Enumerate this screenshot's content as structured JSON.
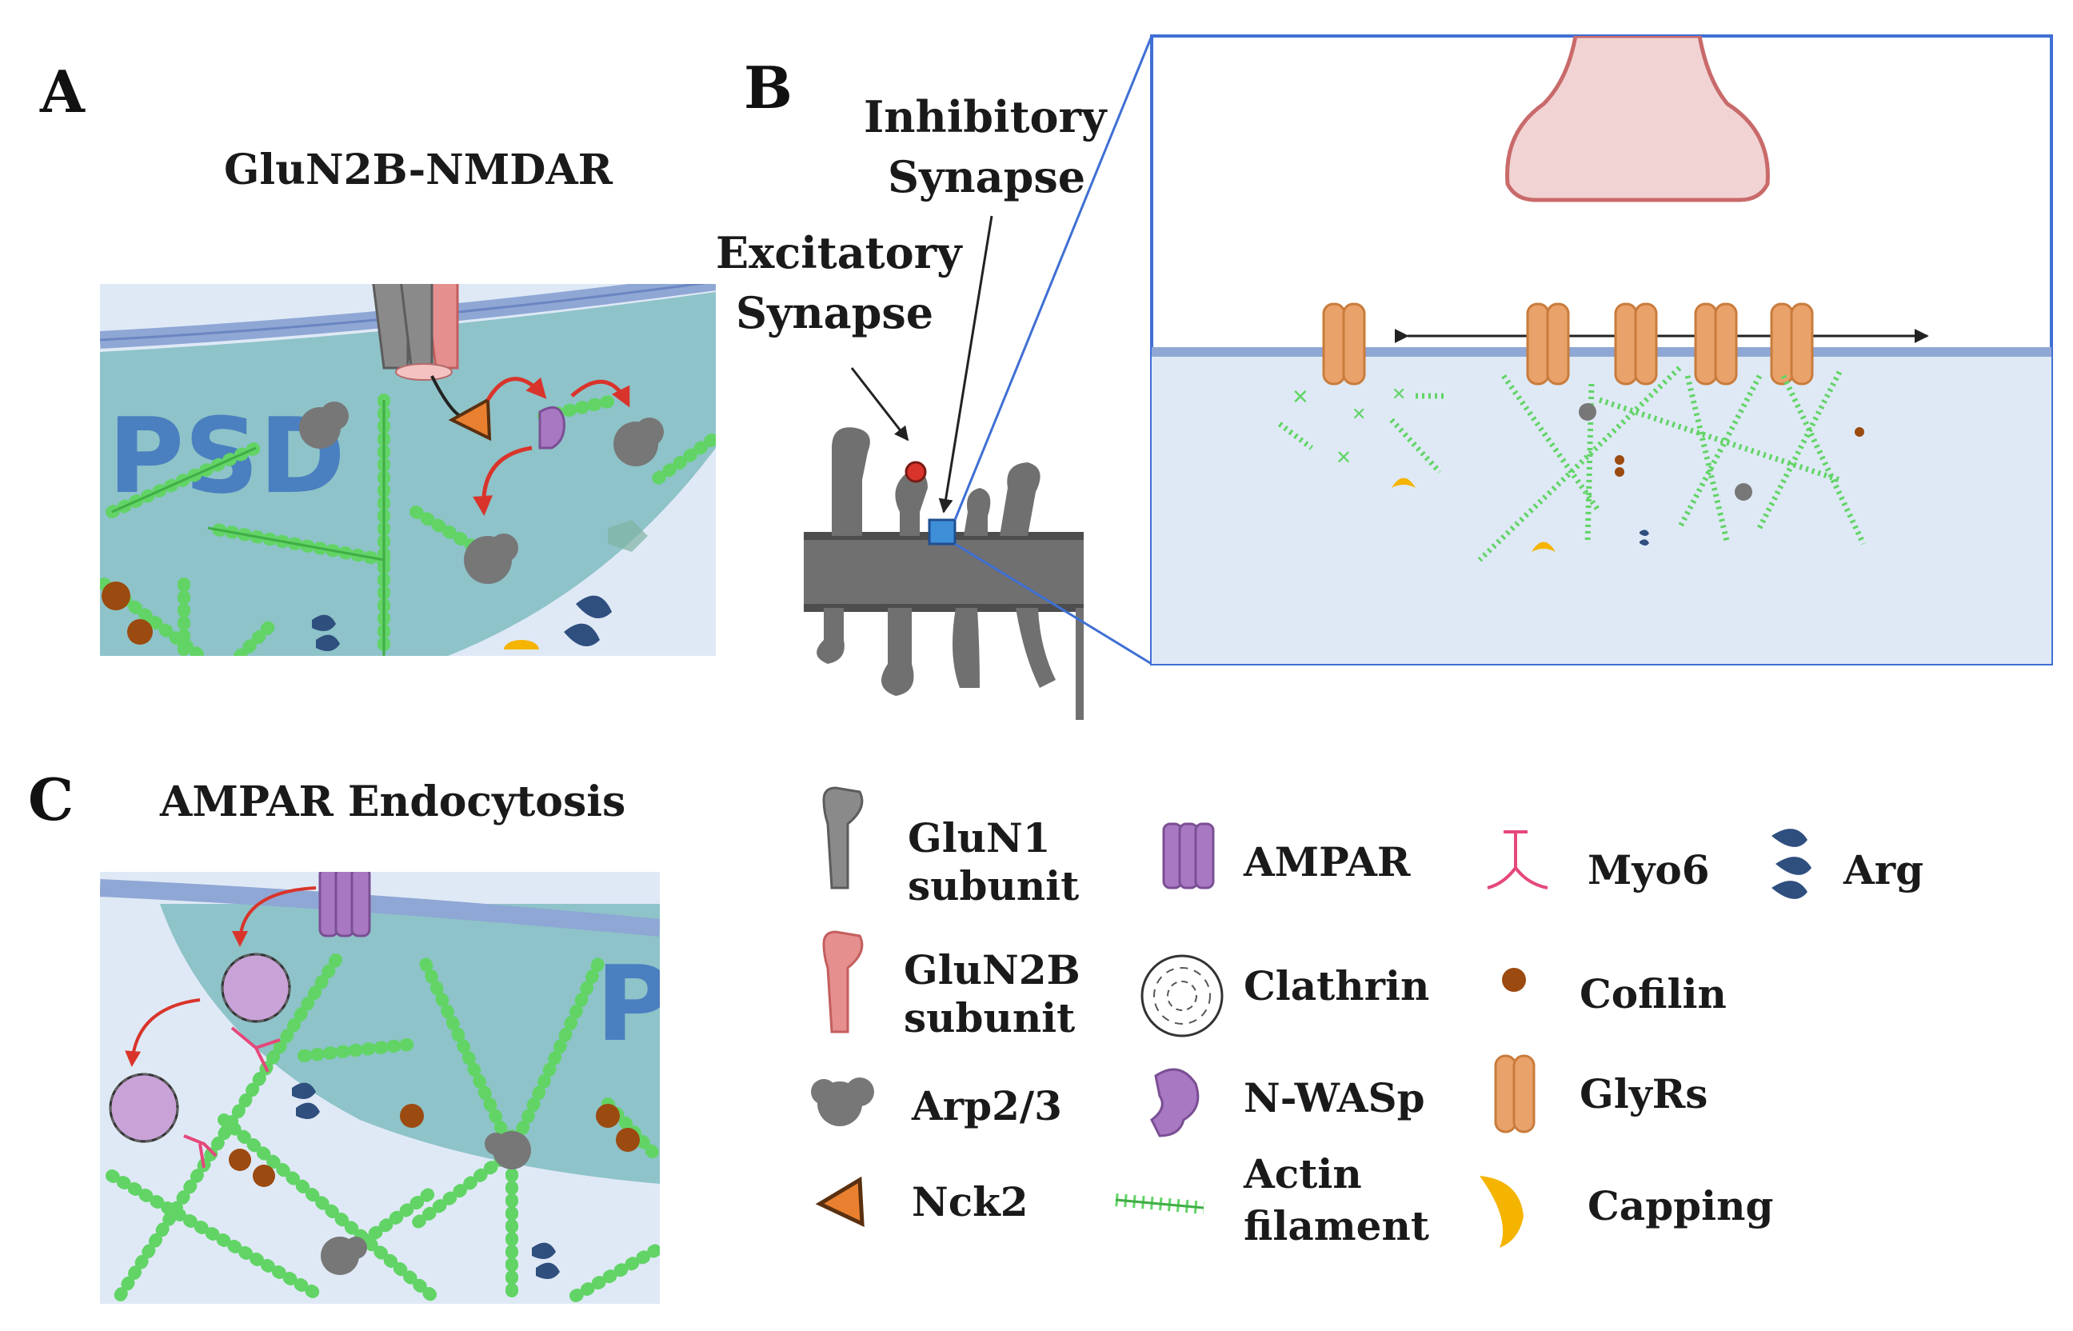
{
  "panels": {
    "a": {
      "letter": "A",
      "title": "GluN2B-NMDAR",
      "psd_label": "PSD"
    },
    "b": {
      "letter": "B",
      "inhibitory_line1": "Inhibitory",
      "inhibitory_line2": "Synapse",
      "excitatory_line1": "Excitatory",
      "excitatory_line2": "Synapse"
    },
    "c": {
      "letter": "C",
      "title": "AMPAR Endocytosis",
      "psd_label": "PS"
    }
  },
  "legend": {
    "glun1_line1": "GluN1",
    "glun1_line2": "subunit",
    "glun2b_line1": "GluN2B",
    "glun2b_line2": "subunit",
    "arp23": "Arp2/3",
    "nck2": "Nck2",
    "ampar": "AMPAR",
    "clathrin": "Clathrin",
    "nwasp": "N-WASp",
    "actin_line1": "Actin",
    "actin_line2": "filament",
    "myo6": "Myo6",
    "cofilin": "Cofilin",
    "glyrs": "GlyRs",
    "capping": "Capping",
    "arg": "Arg"
  },
  "colors": {
    "membrane": "#8fa7d4",
    "psd": "#8ec3c9",
    "cytoplasm": "#dfe9f6",
    "actin": "#62d466",
    "arp": "#777777",
    "glun1": "#8a8a8a",
    "glun2b": "#e58f8f",
    "ampar": "#a978c2",
    "glyr": "#e9a26a",
    "cofilin": "#9b4a10",
    "capping": "#f5b400",
    "arg": "#2f4f7f",
    "myo6": "#e5487a",
    "nck2": "#e9802f",
    "arrow_red": "#d9342b",
    "zoom_box": "#3f6fd4",
    "presynapse": "#f2d3d3"
  }
}
